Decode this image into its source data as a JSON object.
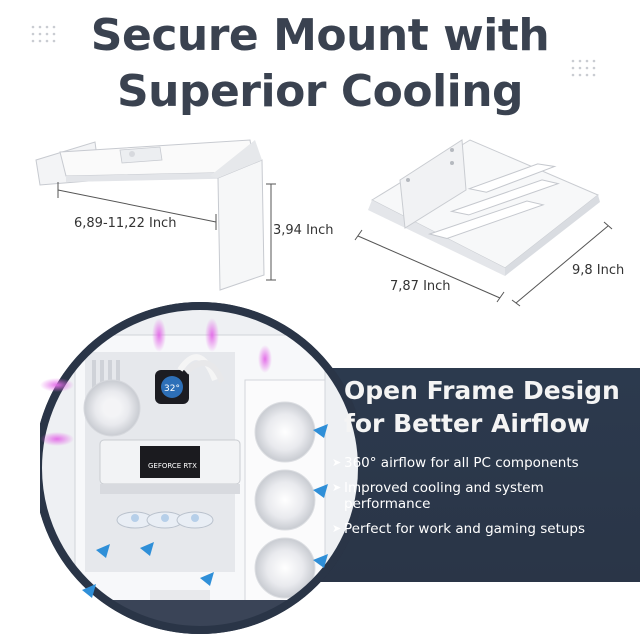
{
  "headline": {
    "line1": "Secure Mount with",
    "line2": "Superior Cooling"
  },
  "dimensions": {
    "width_range": "6,89-11,22 Inch",
    "height": "3,94 Inch",
    "shelf_width": "7,87 Inch",
    "shelf_depth": "9,8 Inch"
  },
  "feature_panel": {
    "title_line1": "Open Frame Design",
    "title_line2": "for Better Airflow",
    "bullets": [
      "360° airflow for all PC components",
      "Improved cooling and system performance",
      "Perfect for work and gaming setups"
    ],
    "bullet_glyph": "➤"
  },
  "product_badges": {
    "gpu_label": "GEFORCE RTX",
    "cooler_display": "32°"
  },
  "colors": {
    "headline": "#3a4250",
    "panel": "#2c3a4e",
    "airflow_arrow": "#2f8fd8",
    "airflow_glow": "#d14fd6"
  }
}
